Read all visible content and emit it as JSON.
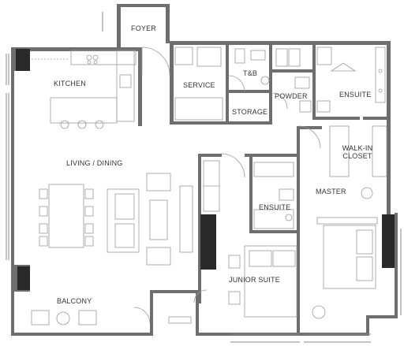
{
  "rooms": {
    "foyer": "FOYER",
    "kitchen": "KITCHEN",
    "service": "SERVICE",
    "tb": "T&B",
    "storage": "STORAGE",
    "powder": "POWDER",
    "ensuite_master": "ENSUITE",
    "walkin_line1": "WALK-IN",
    "walkin_line2": "CLOSET",
    "living_dining": "LIVING / DINING",
    "master": "MASTER",
    "ensuite_junior": "ENSUITE",
    "junior_suite": "JUNIOR SUITE",
    "balcony": "BALCONY"
  }
}
